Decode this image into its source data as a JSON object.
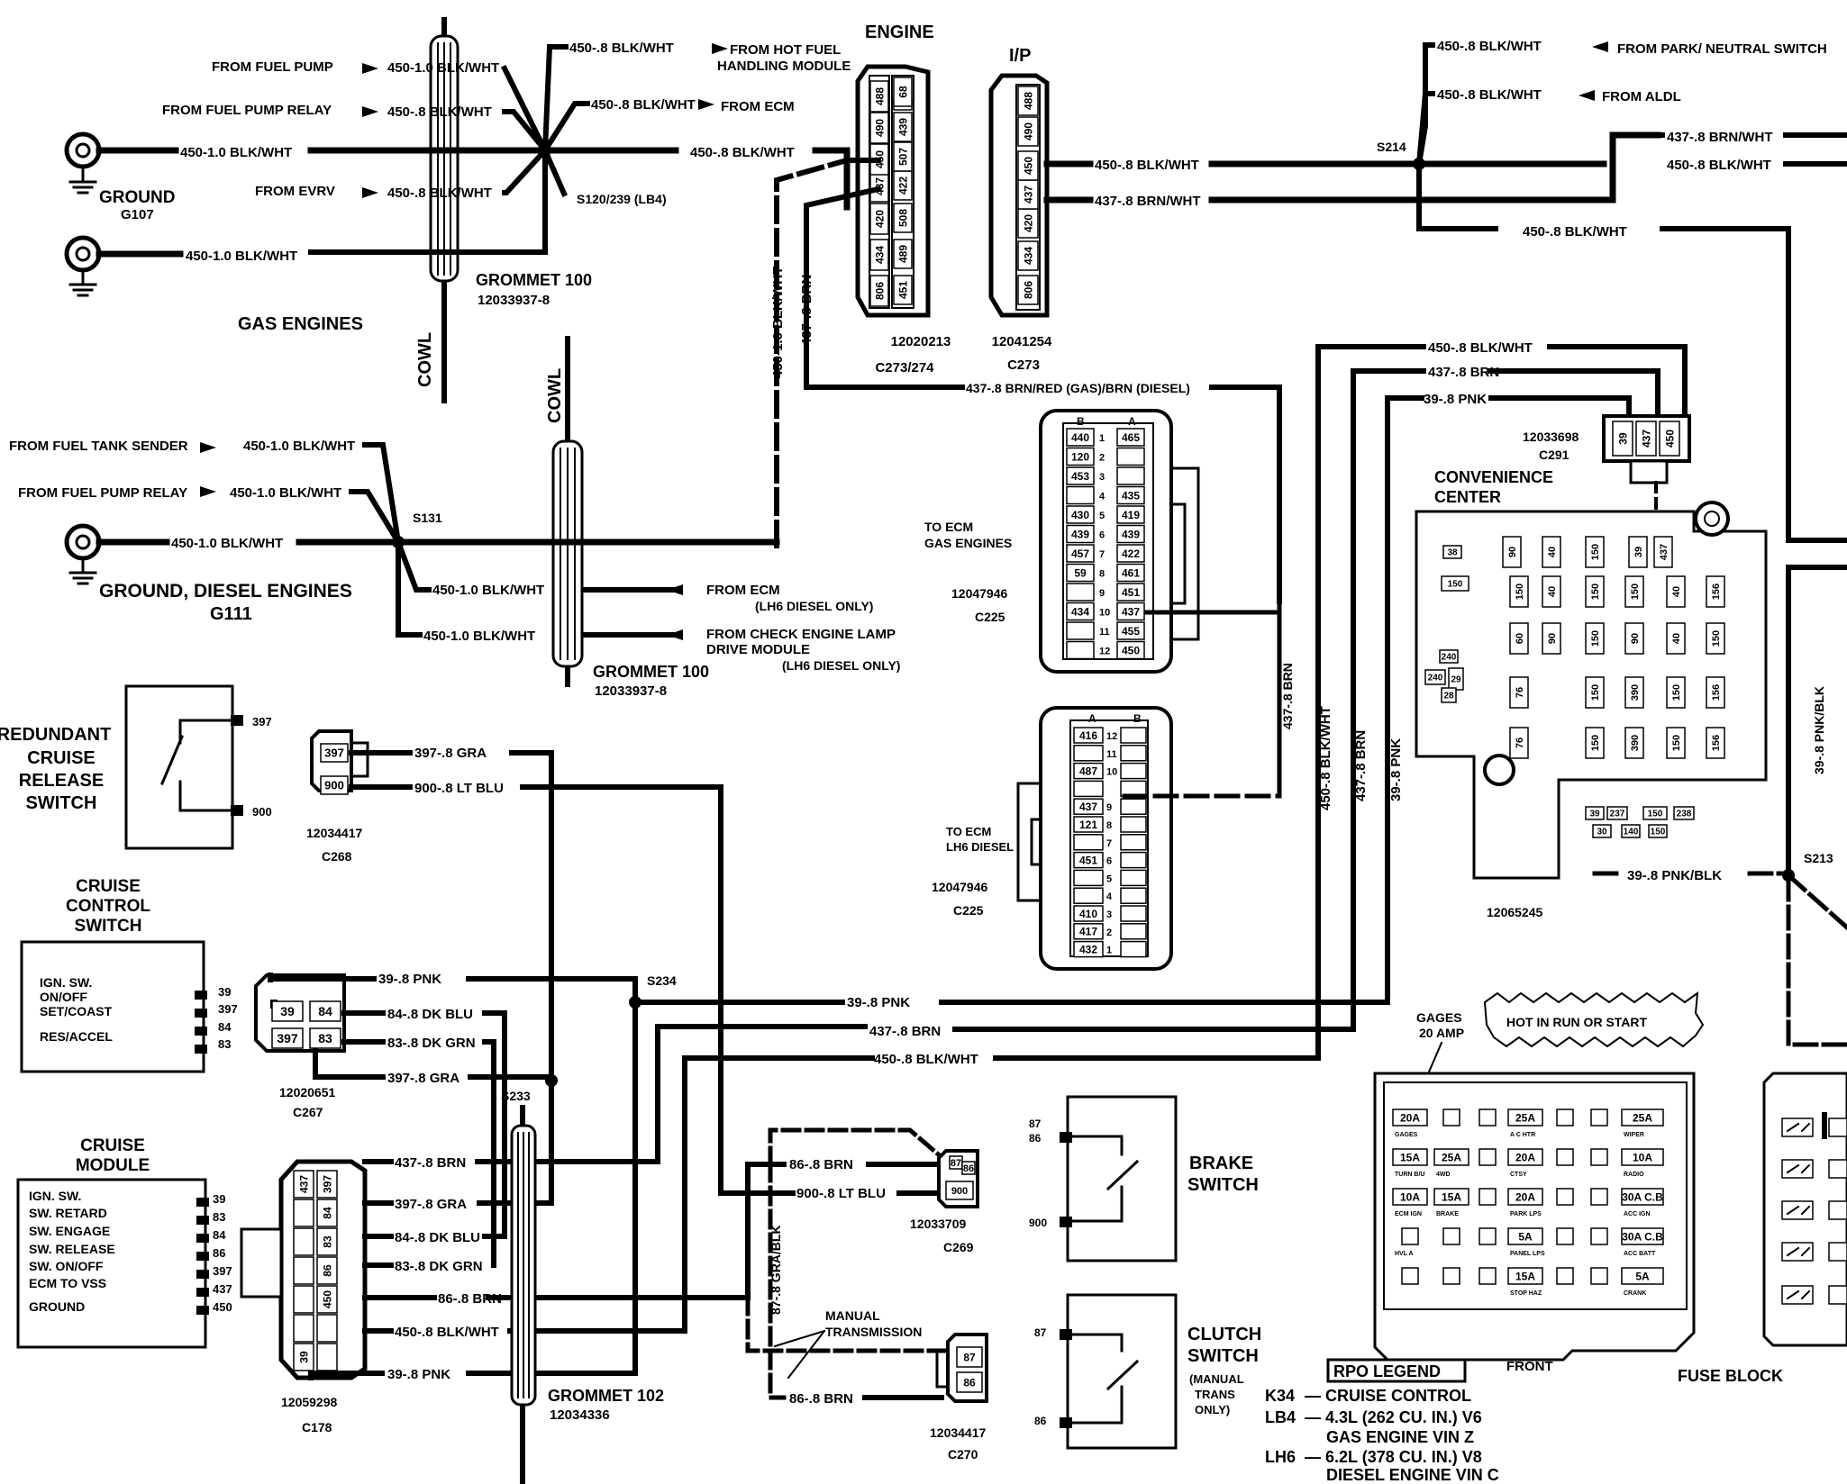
{
  "colors": {
    "ink": "#000000",
    "paper": "#ffffff"
  },
  "labels": {
    "engine": "ENGINE",
    "ip": "I/P",
    "from_fuel_pump": "FROM FUEL PUMP",
    "from_fuel_pump_relay": "FROM FUEL PUMP RELAY",
    "from_evrv": "FROM EVRV",
    "from_hot_fuel_1": "FROM HOT FUEL",
    "from_hot_fuel_2": "HANDLING MODULE",
    "from_ecm": "FROM ECM",
    "w450_10": "450-1.0 BLK/WHT",
    "w450_8_bw": "450-.8 BLK/WHT",
    "s120": "S120/239 (LB4)",
    "ground": "GROUND",
    "g107": "G107",
    "grommet100": "GROMMET 100",
    "grommet100_pn": "12033937-8",
    "gas_engines": "GAS ENGINES",
    "cowl": "COWL",
    "c273_engine_pn": "12020213",
    "c273_engine_id": "C273/274",
    "c273_ip_pn": "12041254",
    "c273_ip_id": "C273",
    "w437_brn": "437-.8 BRN",
    "w437_brnwht": "437-.8 BRN/WHT",
    "w437_redgas": "437-.8 BRN/RED (GAS)/BRN (DIESEL)",
    "from_fuel_tank_sender": "FROM FUEL TANK SENDER",
    "s131": "S131",
    "ground_diesel": "GROUND, DIESEL ENGINES",
    "g111": "G111",
    "from_check_engine_1": "FROM CHECK ENGINE LAMP",
    "from_check_engine_2": "DRIVE MODULE",
    "lh6_only": "(LH6 DIESEL ONLY)",
    "grommet100b": "GROMMET 100",
    "to_ecm_gas_1": "TO ECM",
    "to_ecm_gas_2": "GAS ENGINES",
    "c225_pn": "12047946",
    "c225": "C225",
    "to_ecm_lh6_1": "TO ECM",
    "to_ecm_lh6_2": "LH6 DIESEL",
    "from_park_neutral": "FROM PARK/ NEUTRAL SWITCH",
    "from_aldl": "FROM ALDL",
    "s214": "S214",
    "w437_brnwht_r": "437-.8 BRN/WHT",
    "w39_pnk": "39-.8 PNK",
    "w39_pnkblk": "39-.8 PNK/BLK",
    "c291_pn": "12033698",
    "c291": "C291",
    "convenience_1": "CONVENIENCE",
    "convenience_2": "CENTER",
    "convenience_pn": "12065245",
    "s213": "S213",
    "redundant_1": "REDUNDANT",
    "redundant_2": "CRUISE",
    "redundant_3": "RELEASE",
    "redundant_4": "SWITCH",
    "w397_gra": "397-.8 GRA",
    "w900_ltblu": "900-.8 LT BLU",
    "c268_pn": "12034417",
    "c268": "C268",
    "cruise_sw_1": "CRUISE",
    "cruise_sw_2": "CONTROL",
    "cruise_sw_3": "SWITCH",
    "ign_sw": "IGN. SW.",
    "on_off": "ON/OFF",
    "set_coast": "SET/COAST",
    "res_accel": "RES/ACCEL",
    "w84_dkblu": "84-.8 DK BLU",
    "w83_dkgrn": "83-.8 DK GRN",
    "s234": "S234",
    "s233": "S233",
    "c267_pn": "12020651",
    "c267": "C267",
    "cruise_mod_1": "CRUISE",
    "cruise_mod_2": "MODULE",
    "m_ign": "IGN. SW.",
    "m_retard": "SW. RETARD",
    "m_engage": "SW. ENGAGE",
    "m_release": "SW. RELEASE",
    "m_onoff": "SW. ON/OFF",
    "m_ecm": "ECM TO VSS",
    "m_ground": "GROUND",
    "w86_brn": "86-.8 BRN",
    "c178_pn": "12059298",
    "c178": "C178",
    "grommet102": "GROMMET 102",
    "grommet102_pn": "12034336",
    "w87_grablk": "87-.8 GRA/BLK",
    "manual_1": "MANUAL",
    "manual_2": "TRANSMISSION",
    "c269_pn": "12033709",
    "c269": "C269",
    "c270_pn": "12034417",
    "c270": "C270",
    "brake_1": "BRAKE",
    "brake_2": "SWITCH",
    "clutch_1": "CLUTCH",
    "clutch_2": "SWITCH",
    "clutch_3": "(MANUAL",
    "clutch_4": "TRANS",
    "clutch_5": "ONLY)",
    "gages_1": "GAGES",
    "gages_2": "20 AMP",
    "hot_run": "HOT IN RUN OR START",
    "front": "FRONT",
    "fuse_block": "FUSE BLOCK",
    "rpo_title": "RPO LEGEND",
    "rpo_k34_code": "K34",
    "rpo_k34": "— CRUISE CONTROL",
    "rpo_lb4_code": "LB4",
    "rpo_lb4_a": "— 4.3L (262 CU. IN.) V6",
    "rpo_lb4_b": "GAS ENGINE VIN Z",
    "rpo_lh6_code": "LH6",
    "rpo_lh6_a": "— 6.2L (378 CU. IN.) V8",
    "rpo_lh6_b": "DIESEL ENGINE VIN C"
  },
  "pins": {
    "c273_engine_left": [
      "806",
      "434",
      "420",
      "437",
      "450",
      "490",
      "488"
    ],
    "c273_engine_right": [
      "451",
      "489",
      "508",
      "422",
      "507",
      "439",
      "",
      "68"
    ],
    "c273_ip": [
      "806",
      "434",
      "420",
      "437",
      "450",
      "490",
      "488"
    ],
    "c225_gas_b": [
      "440",
      "120",
      "453",
      "",
      "430",
      "439",
      "457",
      "59",
      "",
      "434",
      "",
      ""
    ],
    "c225_gas_num": [
      "1",
      "2",
      "3",
      "4",
      "5",
      "6",
      "7",
      "8",
      "9",
      "10",
      "11",
      "12"
    ],
    "c225_gas_a": [
      "465",
      "",
      "",
      "435",
      "419",
      "439",
      "422",
      "461",
      "451",
      "437",
      "455",
      "450"
    ],
    "c225_lh6_a": [
      "416",
      "",
      "487",
      "",
      "437",
      "121",
      "",
      "451",
      "",
      "",
      "410",
      "417",
      "432"
    ],
    "c225_lh6_num": [
      "12",
      "11",
      "10",
      "",
      "9",
      "8",
      "7",
      "6",
      "5",
      "4",
      "3",
      "2",
      "1"
    ],
    "c291": [
      "39",
      "437",
      "450"
    ],
    "c268": [
      "397",
      "900"
    ],
    "c267": [
      "39",
      "84",
      "397",
      "83"
    ],
    "c178_left": [
      "437",
      "",
      "",
      "",
      "",
      "",
      "39"
    ],
    "c178_right": [
      "397",
      "84",
      "83",
      "86",
      "450",
      "",
      ""
    ],
    "c269": [
      "87",
      "86",
      "900"
    ],
    "c270": [
      "87",
      "86"
    ],
    "redundant_pins": [
      "397",
      "900"
    ],
    "cruise_sw_pins": [
      "39",
      "397",
      "84",
      "83"
    ],
    "cruise_mod_pins": [
      "39",
      "83",
      "84",
      "86",
      "397",
      "437",
      "450"
    ],
    "brake_pins": [
      "87",
      "86",
      "900"
    ],
    "clutch_pins": [
      "87",
      "86"
    ]
  },
  "fuses": {
    "block_row1": [
      "20A",
      "",
      "",
      "25A",
      "",
      "",
      "25A"
    ],
    "block_row1_sub": [
      "GAGES",
      "",
      "",
      "A C HTR",
      "",
      "",
      "WIPER"
    ],
    "block_row2": [
      "15A",
      "25A",
      "",
      "20A",
      "",
      "",
      "10A"
    ],
    "block_row2_sub": [
      "TURN B/U",
      "4WD",
      "",
      "CTSY",
      "",
      "",
      "RADIO"
    ],
    "block_row3": [
      "10A",
      "15A",
      "",
      "20A",
      "",
      "",
      "30A C.B"
    ],
    "block_row3_sub": [
      "ECM IGN",
      "BRAKE",
      "",
      "PARK LPS",
      "",
      "",
      "ACC IGN"
    ],
    "block_row4": [
      "",
      "",
      "",
      "5A",
      "",
      "",
      "30A C.B"
    ],
    "block_row4_sub": [
      "HVL A",
      "",
      "",
      "PANEL LPS",
      "",
      "",
      "ACC BATT"
    ],
    "block_row5": [
      "",
      "",
      "",
      "15A",
      "",
      "",
      "5A"
    ],
    "block_row5_sub": [
      "",
      "",
      "",
      "STOP HAZ",
      "",
      "",
      "CRANK"
    ],
    "cc_row1": [
      "90",
      "40",
      "150",
      "39",
      "437"
    ],
    "cc_row2": [
      "150",
      "40",
      "150",
      "150",
      "40",
      "156"
    ],
    "cc_row3": [
      "60",
      "90",
      "150",
      "90",
      "40",
      "150"
    ],
    "cc_row4": [
      "76",
      "150",
      "390",
      "150",
      "156"
    ],
    "cc_row5": [
      "76",
      "150",
      "390",
      "150",
      "156"
    ],
    "cc_misc": [
      "38",
      "150",
      "240",
      "240",
      "29",
      "28",
      "39",
      "237",
      "150",
      "238",
      "30",
      "140",
      "150"
    ]
  }
}
